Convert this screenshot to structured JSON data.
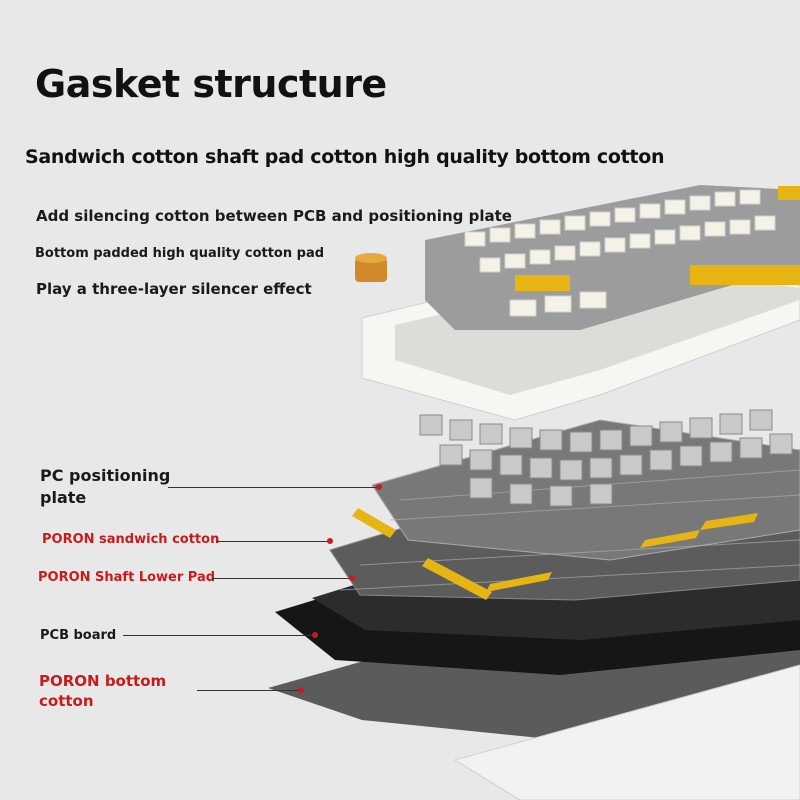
{
  "title": "Gasket structure",
  "subtitle": "Sandwich cotton shaft pad cotton high quality bottom cotton",
  "features": [
    "Add silencing cotton between PCB and positioning plate",
    "Bottom padded high quality cotton pad",
    "Play a three-layer silencer effect"
  ],
  "layers": [
    {
      "line1": "PC positioning",
      "line2": "plate"
    },
    {
      "line1": "PORON sandwich cotton"
    },
    {
      "line1": "PORON Shaft Lower Pad"
    },
    {
      "line1": "PCB board"
    },
    {
      "line1": "PORON bottom",
      "line2": "cotton"
    }
  ],
  "colors": {
    "background": "#e8e8e8",
    "accent_red": "#c81b1b",
    "accent_yellow": "#e6b514",
    "case_white": "#f6f6f2",
    "keycap_gray": "#9c9c9c"
  }
}
